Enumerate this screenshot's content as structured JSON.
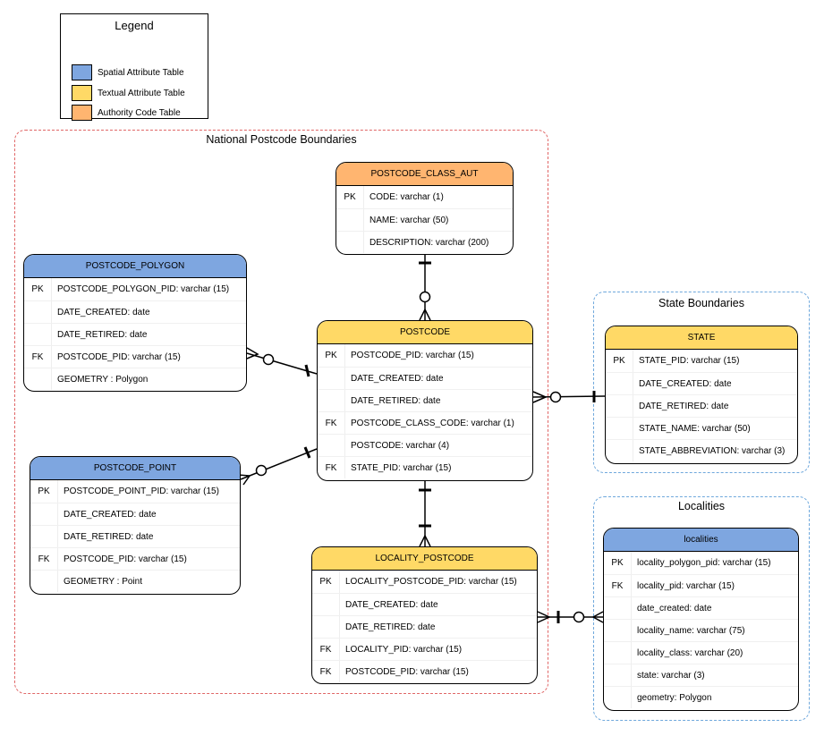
{
  "legend": {
    "title": "Legend",
    "items": [
      {
        "label": "Spatial Attribute Table",
        "color": "#7ea6e0"
      },
      {
        "label": "Textual Attribute Table",
        "color": "#ffd966"
      },
      {
        "label": "Authority Code Table",
        "color": "#ffb570"
      }
    ]
  },
  "groups": {
    "national": "National Postcode Boundaries",
    "state": "State Boundaries",
    "localities": "Localities"
  },
  "entities": {
    "postcode_class_aut": {
      "title": "POSTCODE_CLASS_AUT",
      "color": "#ffb570",
      "rows": [
        {
          "key": "PK",
          "field": "CODE: varchar (1)"
        },
        {
          "key": "",
          "field": "NAME: varchar (50)"
        },
        {
          "key": "",
          "field": "DESCRIPTION: varchar (200)"
        }
      ]
    },
    "postcode_polygon": {
      "title": "POSTCODE_POLYGON",
      "color": "#7ea6e0",
      "rows": [
        {
          "key": "PK",
          "field": "POSTCODE_POLYGON_PID: varchar (15)"
        },
        {
          "key": "",
          "field": "DATE_CREATED: date"
        },
        {
          "key": "",
          "field": "DATE_RETIRED: date"
        },
        {
          "key": "FK",
          "field": "POSTCODE_PID: varchar (15)"
        },
        {
          "key": "",
          "field": "GEOMETRY : Polygon"
        }
      ]
    },
    "postcode": {
      "title": "POSTCODE",
      "color": "#ffd966",
      "rows": [
        {
          "key": "PK",
          "field": "POSTCODE_PID: varchar (15)"
        },
        {
          "key": "",
          "field": "DATE_CREATED: date"
        },
        {
          "key": "",
          "field": "DATE_RETIRED: date"
        },
        {
          "key": "FK",
          "field": "POSTCODE_CLASS_CODE: varchar (1)"
        },
        {
          "key": "",
          "field": "POSTCODE: varchar (4)"
        },
        {
          "key": "FK",
          "field": "STATE_PID: varchar (15)"
        }
      ]
    },
    "postcode_point": {
      "title": "POSTCODE_POINT",
      "color": "#7ea6e0",
      "rows": [
        {
          "key": "PK",
          "field": "POSTCODE_POINT_PID: varchar (15)"
        },
        {
          "key": "",
          "field": "DATE_CREATED: date"
        },
        {
          "key": "",
          "field": "DATE_RETIRED: date"
        },
        {
          "key": "FK",
          "field": "POSTCODE_PID: varchar (15)"
        },
        {
          "key": "",
          "field": "GEOMETRY : Point"
        }
      ]
    },
    "locality_postcode": {
      "title": "LOCALITY_POSTCODE",
      "color": "#ffd966",
      "rows": [
        {
          "key": "PK",
          "field": "LOCALITY_POSTCODE_PID: varchar (15)"
        },
        {
          "key": "",
          "field": "DATE_CREATED: date"
        },
        {
          "key": "",
          "field": "DATE_RETIRED: date"
        },
        {
          "key": "FK",
          "field": "LOCALITY_PID: varchar (15)"
        },
        {
          "key": "FK",
          "field": "POSTCODE_PID: varchar (15)"
        }
      ]
    },
    "state": {
      "title": "STATE",
      "color": "#ffd966",
      "rows": [
        {
          "key": "PK",
          "field": "STATE_PID: varchar (15)"
        },
        {
          "key": "",
          "field": "DATE_CREATED: date"
        },
        {
          "key": "",
          "field": "DATE_RETIRED: date"
        },
        {
          "key": "",
          "field": "STATE_NAME: varchar (50)"
        },
        {
          "key": "",
          "field": "STATE_ABBREVIATION: varchar (3)"
        }
      ]
    },
    "localities": {
      "title": "localities",
      "color": "#7ea6e0",
      "rows": [
        {
          "key": "PK",
          "field": "locality_polygon_pid: varchar (15)"
        },
        {
          "key": "FK",
          "field": "locality_pid: varchar (15)"
        },
        {
          "key": "",
          "field": "date_created: date"
        },
        {
          "key": "",
          "field": "locality_name: varchar (75)"
        },
        {
          "key": "",
          "field": "locality_class: varchar (20)"
        },
        {
          "key": "",
          "field": "state: varchar (3)"
        },
        {
          "key": "",
          "field": "geometry: Polygon"
        }
      ]
    }
  }
}
